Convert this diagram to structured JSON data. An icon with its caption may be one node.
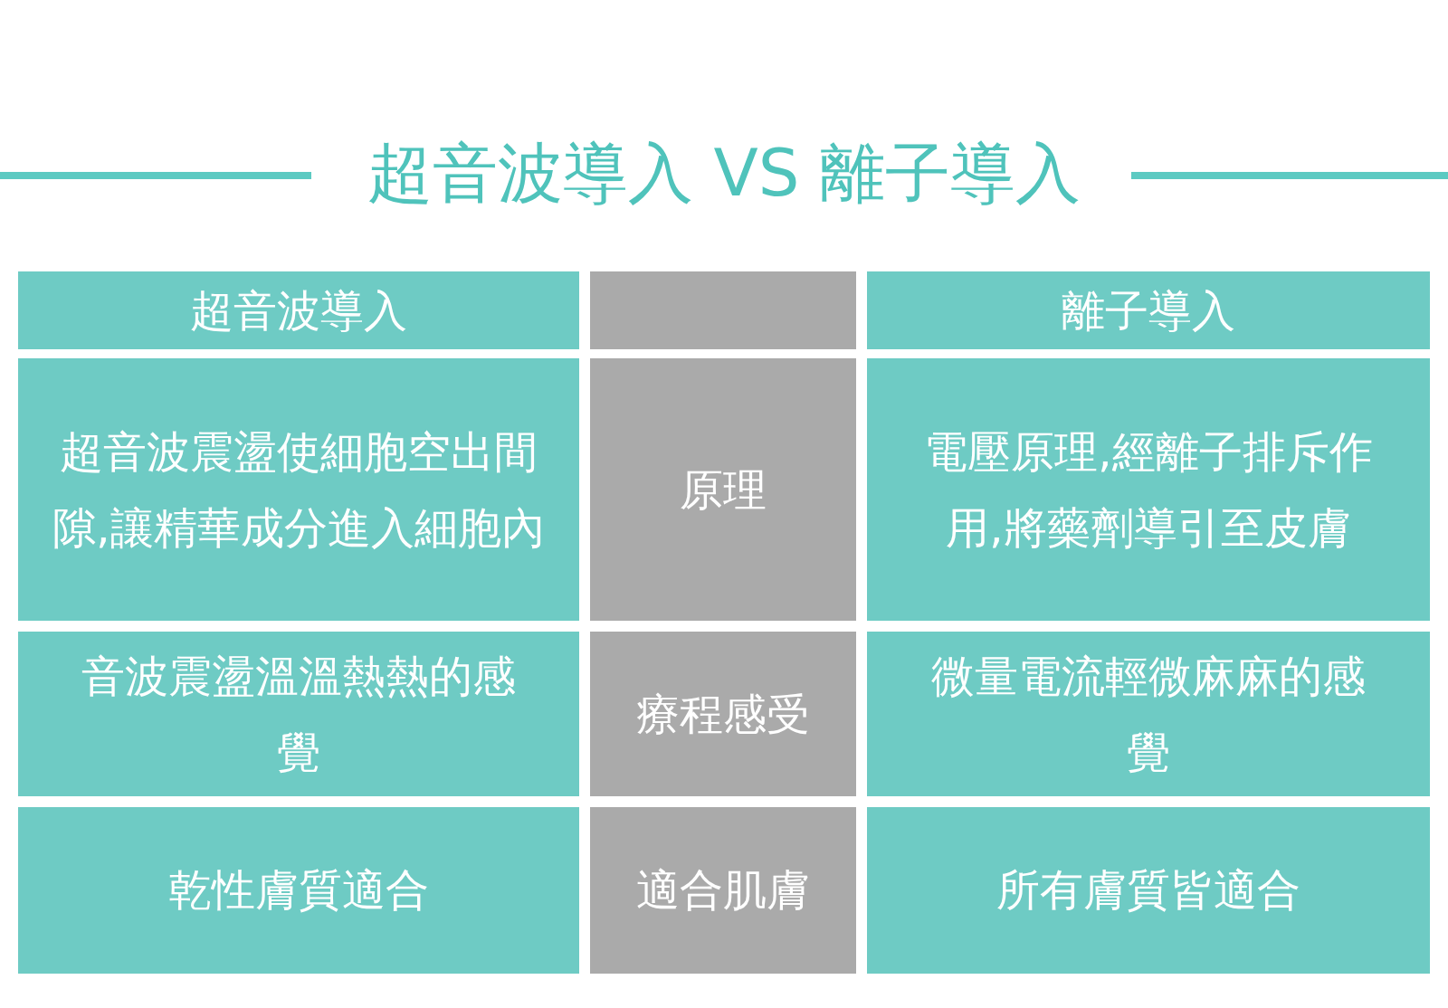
{
  "diagram": {
    "title": "超音波導入 VS 離子導入",
    "labels": [
      "超音波導入",
      "離子導入",
      "超音波震盪使細胞空出間隙,讓精華成分進入細胞內",
      "原理",
      "電壓原理,經離子排斥作用,將藥劑導引至皮膚",
      "音波震盪溫溫熱熱的感覺",
      "療程感受",
      "微量電流輕微麻麻的感覺",
      "乾性膚質適合",
      "適合肌膚",
      "所有膚質皆適合"
    ]
  }
}
